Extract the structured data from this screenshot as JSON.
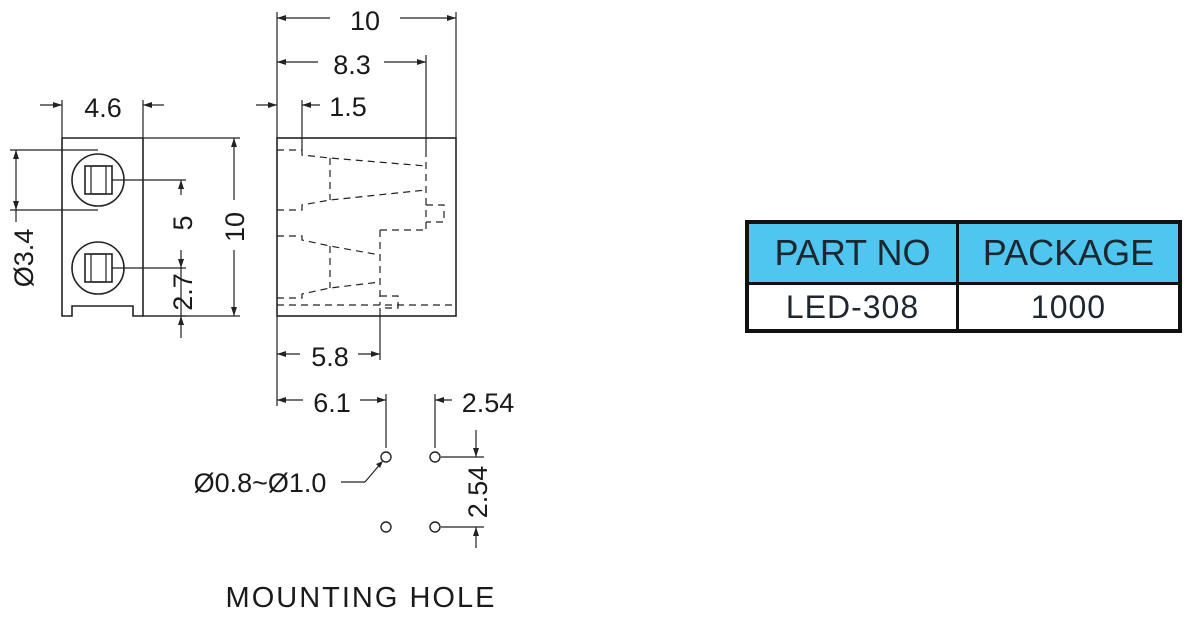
{
  "dimensions": {
    "total_width": "10",
    "width_8_3": "8.3",
    "width_1_5": "1.5",
    "front_width": "4.6",
    "lens_diameter": "Ø3.4",
    "led_pitch": "5",
    "bottom_offset": "2.7",
    "front_height": "10",
    "pin_offset_5_8": "5.8",
    "pin_offset_6_1": "6.1",
    "pin_pitch_x": "2.54",
    "pin_pitch_y": "2.54",
    "hole_diameter": "Ø0.8~Ø1.0"
  },
  "caption": "MOUNTING HOLE",
  "table": {
    "headers": [
      "PART NO",
      "PACKAGE"
    ],
    "rows": [
      [
        "LED-308",
        "1000"
      ]
    ],
    "header_color": "#4fc6ef",
    "border_color": "#111111"
  }
}
